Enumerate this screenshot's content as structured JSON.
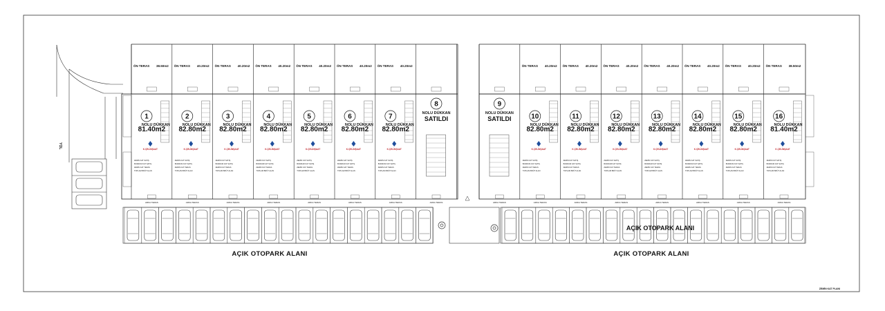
{
  "plan": {
    "parking_labels": [
      "AÇIK OTOPARK ALANI",
      "AÇIK OTOPARK ALANI"
    ],
    "parking_label_mid": "AÇIK OTOPARK ALANI",
    "road_label": "YOL",
    "sheet_label": "ZEMİN KAT PLANI",
    "logo_text": "K.ÇELİNŞAAT",
    "unit_title": "NOLU DÜKKAN",
    "terrace_label": "ÖN TERAS",
    "rear_label": "ARKA TERAS",
    "spec_lines": [
      "ZEMİN KAT SATIŞ",
      "BODRUM KAT SATIŞ",
      "ZEMİN KAT TERAS",
      "TOPLAM BRÜT ALAN"
    ]
  },
  "shops": [
    {
      "number": "1",
      "area": "81.40m2",
      "terrace": "38.50m2",
      "sold": ""
    },
    {
      "number": "2",
      "area": "82.80m2",
      "terrace": "40.20m2",
      "sold": ""
    },
    {
      "number": "3",
      "area": "82.80m2",
      "terrace": "40.20m2",
      "sold": ""
    },
    {
      "number": "4",
      "area": "82.80m2",
      "terrace": "40.20m2",
      "sold": ""
    },
    {
      "number": "5",
      "area": "82.80m2",
      "terrace": "40.20m2",
      "sold": ""
    },
    {
      "number": "6",
      "area": "82.80m2",
      "terrace": "40.20m2",
      "sold": ""
    },
    {
      "number": "7",
      "area": "82.80m2",
      "terrace": "40.20m2",
      "sold": ""
    },
    {
      "number": "8",
      "area": "",
      "terrace": "",
      "sold": "SATILDI"
    },
    {
      "number": "9",
      "area": "",
      "terrace": "",
      "sold": "SATILDI"
    },
    {
      "number": "10",
      "area": "82.80m2",
      "terrace": "40.20m2",
      "sold": ""
    },
    {
      "number": "11",
      "area": "82.80m2",
      "terrace": "40.20m2",
      "sold": ""
    },
    {
      "number": "12",
      "area": "82.80m2",
      "terrace": "40.20m2",
      "sold": ""
    },
    {
      "number": "13",
      "area": "82.80m2",
      "terrace": "40.20m2",
      "sold": ""
    },
    {
      "number": "14",
      "area": "82.80m2",
      "terrace": "40.20m2",
      "sold": ""
    },
    {
      "number": "15",
      "area": "82.80m2",
      "terrace": "40.20m2",
      "sold": ""
    },
    {
      "number": "16",
      "area": "81.40m2",
      "terrace": "38.50m2",
      "sold": ""
    }
  ],
  "colors": {
    "line": "#222222",
    "logo_red": "#c0272d",
    "logo_blue": "#1f4e9c"
  }
}
